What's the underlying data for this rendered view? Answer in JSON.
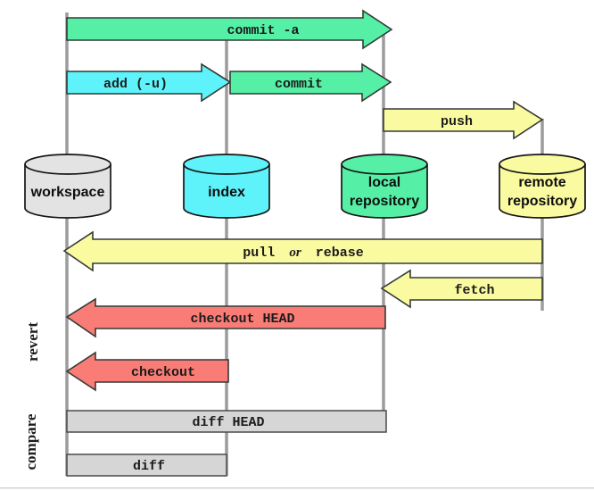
{
  "diagram": {
    "colors": {
      "green": "#55efa5",
      "cyan": "#5ef2fa",
      "yellow": "#fafaa0",
      "red": "#f97d76",
      "bar_gray": "#d6d6d6",
      "node_gray": "#e3e3e3",
      "line_gray": "#9c9c9c"
    },
    "nodes": {
      "workspace": {
        "label": "workspace"
      },
      "index": {
        "label": "index"
      },
      "local": {
        "label_line1": "local",
        "label_line2": "repository"
      },
      "remote": {
        "label_line1": "remote",
        "label_line2": "repository"
      }
    },
    "arrows": {
      "commit_a": {
        "label": "commit -a"
      },
      "add": {
        "label": "add (-u)"
      },
      "commit": {
        "label": "commit"
      },
      "push": {
        "label": "push"
      },
      "pull": {
        "word1": "pull",
        "word2": "or",
        "word3": "rebase"
      },
      "fetch": {
        "label": "fetch"
      },
      "checkout_head": {
        "label": "checkout HEAD"
      },
      "checkout": {
        "label": "checkout"
      }
    },
    "bars": {
      "diff_head": {
        "label": "diff HEAD"
      },
      "diff": {
        "label": "diff"
      }
    },
    "side_labels": {
      "revert": "revert",
      "compare": "compare"
    }
  }
}
